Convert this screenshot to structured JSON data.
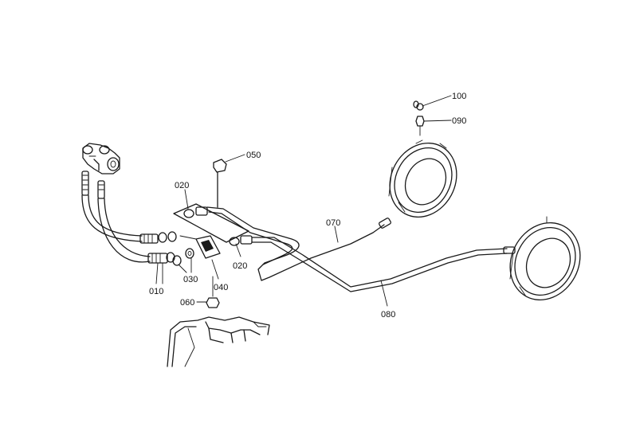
{
  "diagram": {
    "ink_color": "#1a1a1a",
    "background": "#ffffff",
    "callouts": [
      {
        "id": "050",
        "text": "050"
      },
      {
        "id": "100",
        "text": "100"
      },
      {
        "id": "090",
        "text": "090"
      },
      {
        "id": "020a",
        "text": "020"
      },
      {
        "id": "070",
        "text": "070"
      },
      {
        "id": "020b",
        "text": "020"
      },
      {
        "id": "010",
        "text": "010"
      },
      {
        "id": "030",
        "text": "030"
      },
      {
        "id": "040",
        "text": "040"
      },
      {
        "id": "060",
        "text": "060"
      },
      {
        "id": "080",
        "text": "080"
      }
    ]
  }
}
